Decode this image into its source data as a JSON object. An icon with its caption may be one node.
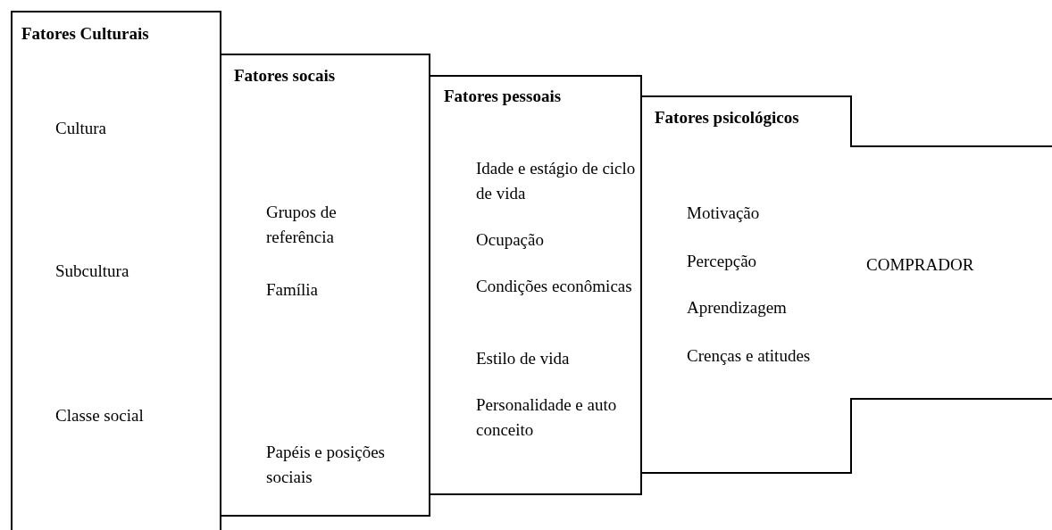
{
  "diagram": {
    "nodes": [
      {
        "text": [
          "Fatores Culturais",
          "Cultura",
          "Subcultura",
          "Classe social"
        ]
      },
      {
        "text": [
          "Fatores socais",
          "Grupos de referência",
          "Família",
          "Papéis e posições sociais"
        ]
      },
      {
        "text": [
          "Fatores pessoais",
          "Idade e estágio de ciclo de vida",
          "Ocupação",
          "Condições econômicas",
          "Estilo de vida",
          "Personalidade e auto conceito"
        ]
      },
      {
        "text": [
          "Fatores psicológicos",
          "Motivação",
          "Percepção",
          "Aprendizagem",
          "Crenças e atitudes"
        ]
      },
      {
        "text": [
          "COMPRADOR"
        ]
      }
    ]
  }
}
